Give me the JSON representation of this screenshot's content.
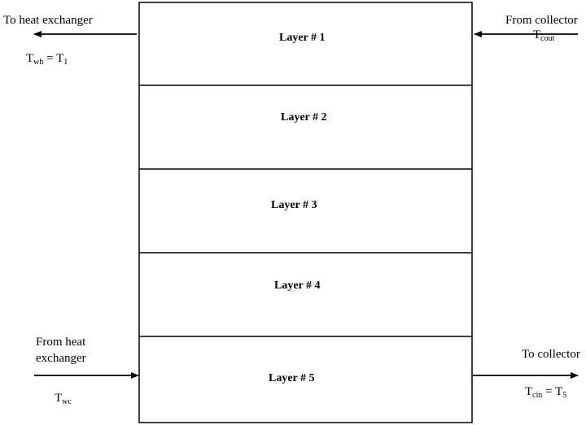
{
  "layers": [
    {
      "label": "Layer # 1"
    },
    {
      "label": "Layer # 2"
    },
    {
      "label": "Layer # 3"
    },
    {
      "label": "Layer # 4"
    },
    {
      "label": "Layer # 5"
    }
  ],
  "flows": {
    "to_heat_exchanger": {
      "text": "To heat exchanger",
      "temp_main": "T",
      "temp_sub": "wh",
      "temp_eq": " = T",
      "temp_eq_sub": "1"
    },
    "from_collector": {
      "text": "From collector",
      "temp_main": "T",
      "temp_sub": "cout"
    },
    "from_heat_exchanger": {
      "line1": "From heat",
      "line2": "exchanger",
      "temp_main": "T",
      "temp_sub": "wc"
    },
    "to_collector": {
      "text": "To collector",
      "temp_main": "T",
      "temp_sub": "cin",
      "temp_eq": " = T",
      "temp_eq_sub": "5"
    }
  },
  "colors": {
    "line": "#000000",
    "background": "#ffffff"
  }
}
